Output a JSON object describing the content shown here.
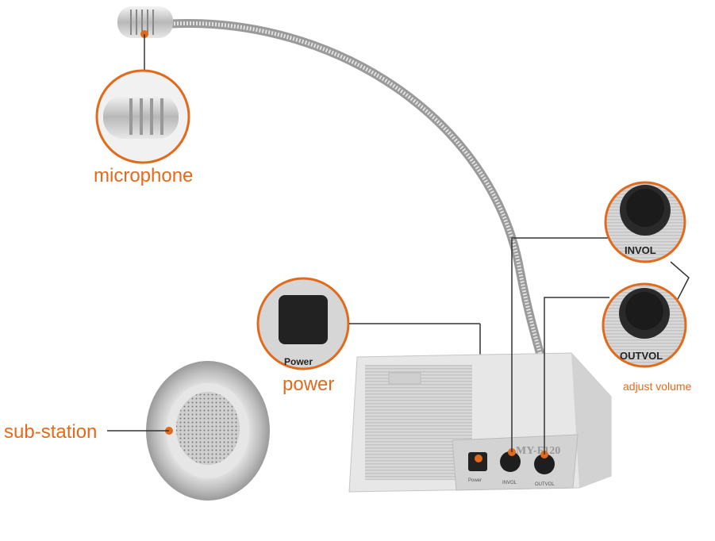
{
  "labels": {
    "microphone": "microphone",
    "power": "power",
    "sub_station": "sub-station",
    "adjust_volume": "adjust volume"
  },
  "callouts": {
    "power_button": "Power",
    "in_volume": "INVOL",
    "out_volume": "OUTVOL"
  },
  "device": {
    "model": "MY-F120",
    "panel_power": "Power",
    "panel_invol": "INVOL",
    "panel_outvol": "OUTVOL"
  },
  "colors": {
    "accent": "#e26a1c",
    "device_body": "#e4e4e4",
    "knob": "#1e1e1e"
  }
}
